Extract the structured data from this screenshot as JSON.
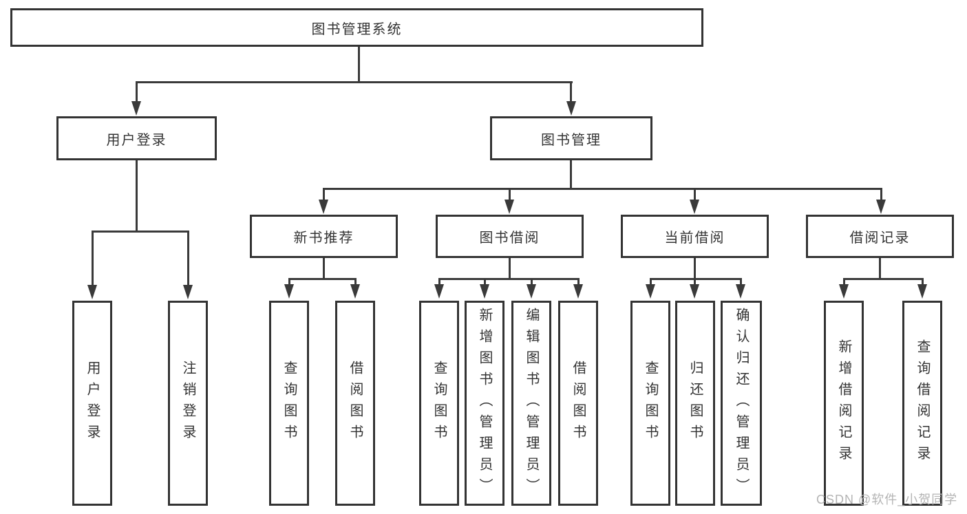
{
  "diagram": {
    "root": {
      "label": "图书管理系统"
    },
    "level2": [
      {
        "label": "用户登录",
        "children": [
          {
            "label": "用户登录"
          },
          {
            "label": "注销登录"
          }
        ]
      },
      {
        "label": "图书管理",
        "children": [
          {
            "label": "新书推荐",
            "children": [
              {
                "label": "查询图书"
              },
              {
                "label": "借阅图书"
              }
            ]
          },
          {
            "label": "图书借阅",
            "children": [
              {
                "label": "查询图书"
              },
              {
                "label": "新增图书（管理员）"
              },
              {
                "label": "编辑图书（管理员）"
              },
              {
                "label": "借阅图书"
              }
            ]
          },
          {
            "label": "当前借阅",
            "children": [
              {
                "label": "查询图书"
              },
              {
                "label": "归还图书"
              },
              {
                "label": "确认归还（管理员）"
              }
            ]
          },
          {
            "label": "借阅记录",
            "children": [
              {
                "label": "新增借阅记录"
              },
              {
                "label": "查询借阅记录"
              }
            ]
          }
        ]
      }
    ]
  },
  "watermark": "CSDN @软件_小贺同学",
  "colors": {
    "line": "#3a3a3a",
    "box_border": "#333333",
    "text": "#333333",
    "background": "#ffffff",
    "watermark": "#b4b4b4"
  }
}
